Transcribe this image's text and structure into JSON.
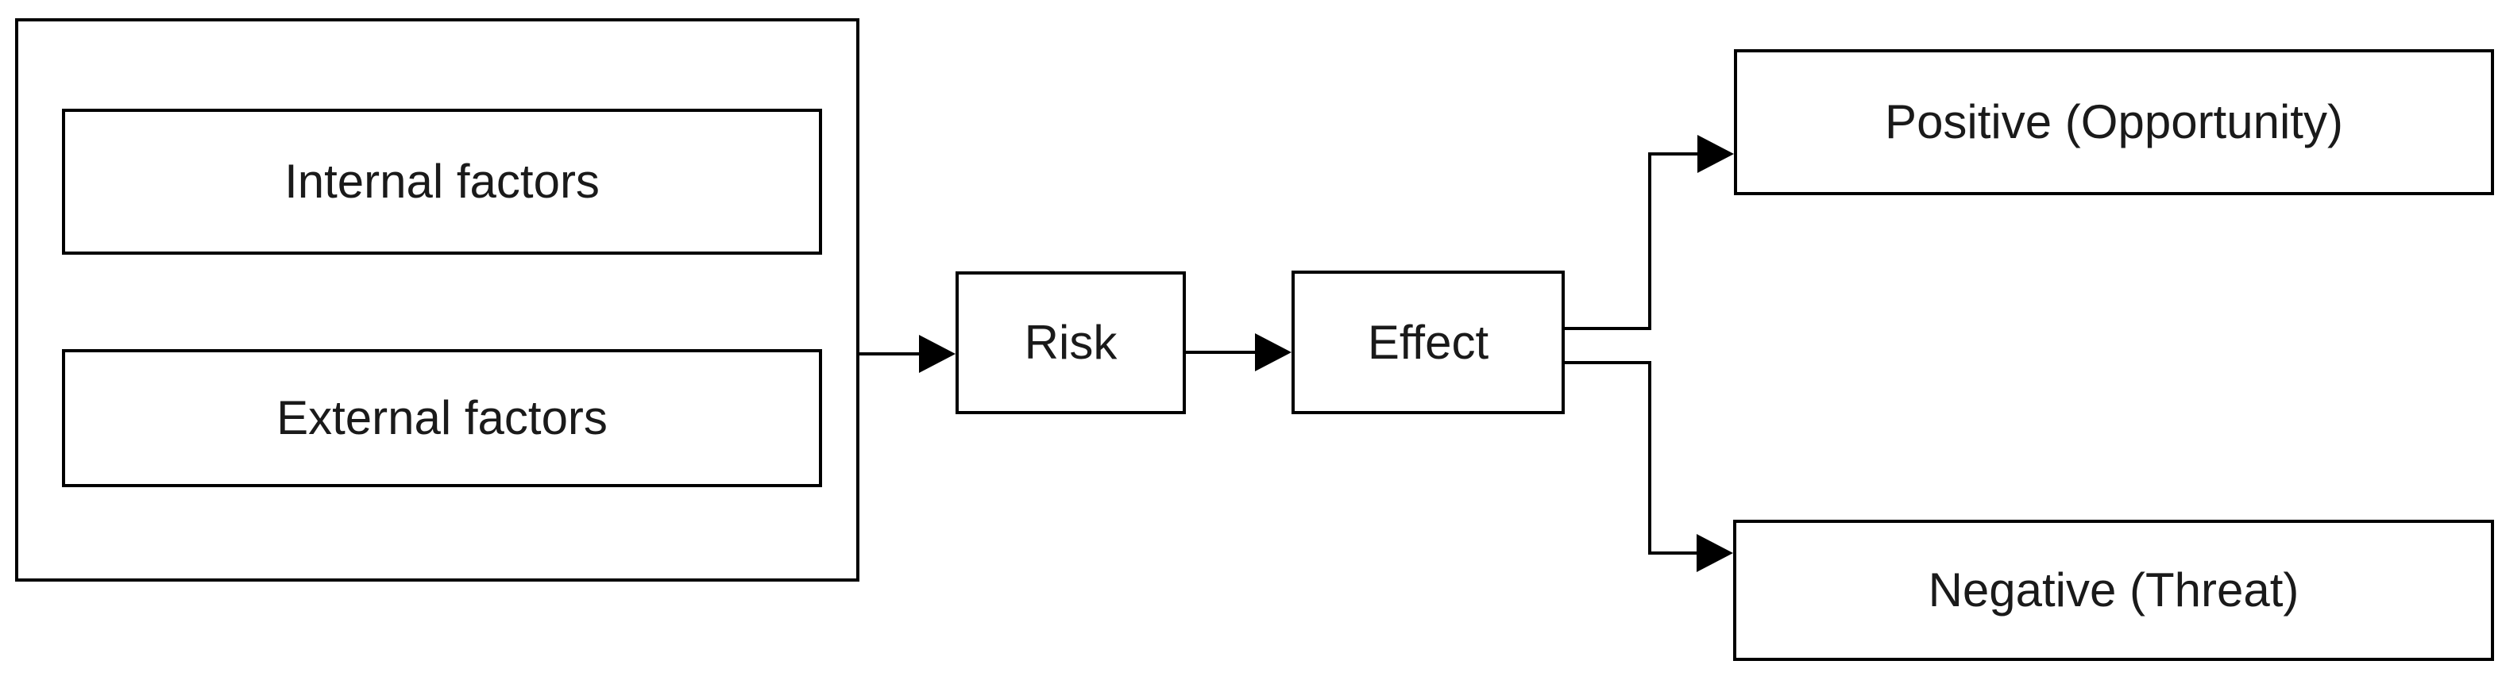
{
  "diagram": {
    "type": "flowchart",
    "background_color": "#ffffff",
    "line_color": "#000000",
    "text_color": "#1a1a1a",
    "nodes": {
      "internal": {
        "label": "Internal factors"
      },
      "external": {
        "label": "External factors"
      },
      "risk": {
        "label": "Risk"
      },
      "effect": {
        "label": "Effect"
      },
      "positive": {
        "label": "Positive (Opportunity)"
      },
      "negative": {
        "label": "Negative (Threat)"
      }
    },
    "edges": [
      {
        "from": "factors-group",
        "to": "risk"
      },
      {
        "from": "risk",
        "to": "effect"
      },
      {
        "from": "effect",
        "to": "positive"
      },
      {
        "from": "effect",
        "to": "negative"
      }
    ]
  }
}
